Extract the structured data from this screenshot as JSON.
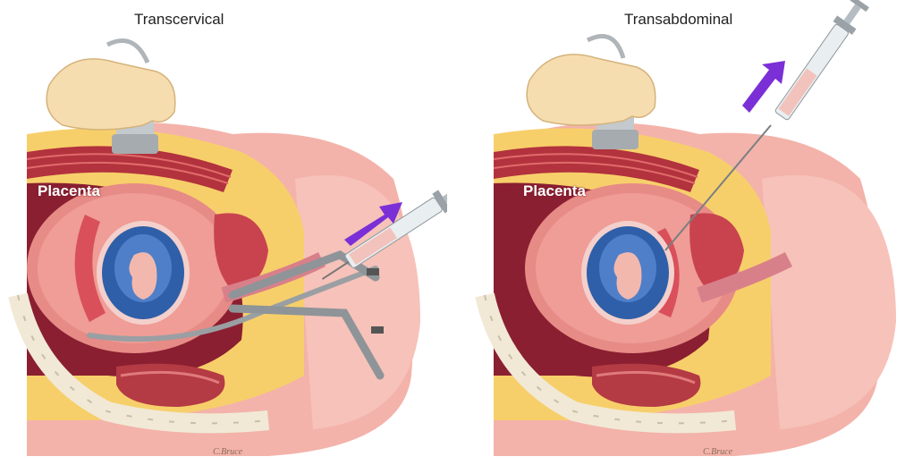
{
  "panels": [
    {
      "title": "Transcervical",
      "placenta_label": "Placenta",
      "signature": "C.Bruce"
    },
    {
      "title": "Transabdominal",
      "placenta_label": "Placenta",
      "signature": "C.Bruce"
    }
  ],
  "colors": {
    "skin": "#f3b3aa",
    "flesh": "#e78b86",
    "dark_uterus": "#8a1f31",
    "fat": "#f7cf6a",
    "amniotic": "#2f5fa8",
    "arrow": "#7b2fd6",
    "instrument": "#9a9fa3",
    "hand": "#f6ddb0"
  }
}
